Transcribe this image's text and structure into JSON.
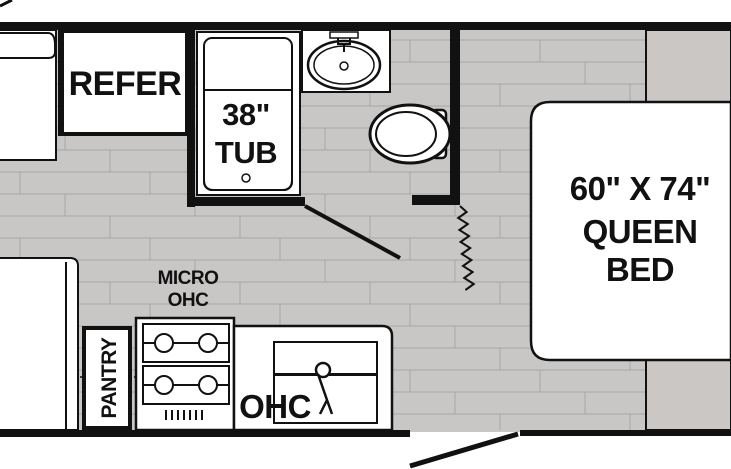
{
  "labels": {
    "refer": "REFER",
    "tub_size": "38\"",
    "tub": "TUB",
    "micro": "MICRO",
    "ohc_micro": "OHC",
    "pantry": "PANTRY",
    "ohc_kitchen": "OHC",
    "bed_size": "60\" X 74\"",
    "bed_type": "QUEEN",
    "bed_word": "BED"
  },
  "colors": {
    "floor": "#c9c6c6",
    "plank_line": "#a9a6a6",
    "wall": "#111111",
    "fixture_fill": "#ffffff",
    "corner_panel": "#cbc7c5"
  },
  "icons": [
    "sink-icon",
    "toilet-icon",
    "stove-burner-icon",
    "faucet-icon",
    "door-swing-icon",
    "curtain-icon"
  ]
}
